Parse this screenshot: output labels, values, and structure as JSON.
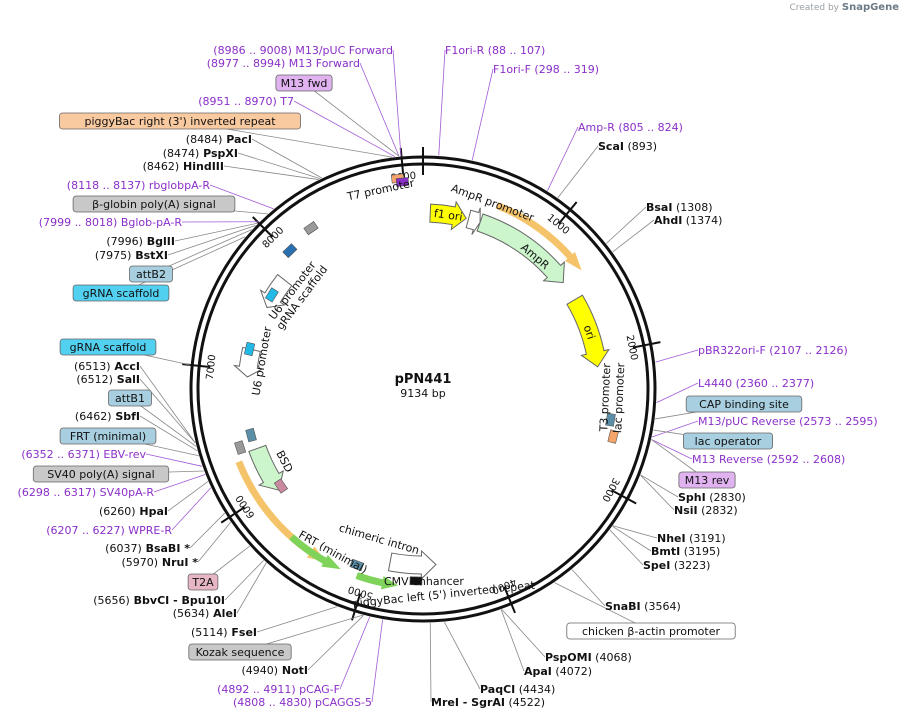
{
  "credit": {
    "prefix": "Created by",
    "brand": "SnapGene"
  },
  "plasmid": {
    "name": "pPN441",
    "length": "9134 bp"
  },
  "ticks": [
    {
      "pos": 1000,
      "label": "1000"
    },
    {
      "pos": 2000,
      "label": "2000"
    },
    {
      "pos": 3000,
      "label": "3000"
    },
    {
      "pos": 4000,
      "label": "4000"
    },
    {
      "pos": 5000,
      "label": "5000"
    },
    {
      "pos": 6000,
      "label": "6000"
    },
    {
      "pos": 7000,
      "label": "7000"
    },
    {
      "pos": 8000,
      "label": "8000"
    },
    {
      "pos": 9000,
      "label": "9000"
    }
  ],
  "features": [
    {
      "name": "f1 ori",
      "start": 60,
      "end": 360,
      "color": "#ffff00",
      "track": 1,
      "dir": 1,
      "label_in": true
    },
    {
      "name": "AmpR promoter",
      "start": 380,
      "end": 480,
      "color": "#ffffff",
      "track": 1,
      "dir": 1
    },
    {
      "name": "AmpR",
      "start": 480,
      "end": 1340,
      "color": "#ccf5cc",
      "track": 1,
      "dir": 1
    },
    {
      "name": "orange-amp",
      "start": 560,
      "end": 1340,
      "color": "#f5c46a",
      "track": 0,
      "dir": 1,
      "thin": true
    },
    {
      "name": "ori",
      "start": 1510,
      "end": 2100,
      "color": "#ffff00",
      "track": 1,
      "dir": 1,
      "label_in": true
    },
    {
      "name": "BSD",
      "start": 5960,
      "end": 6350,
      "color": "#ccf5cc",
      "track": 1,
      "dir": -1
    },
    {
      "name": "orange-bsd",
      "start": 5320,
      "end": 6300,
      "color": "#f5c46a",
      "track": 0,
      "dir": -1,
      "thin": true
    },
    {
      "name": "CMV enhancer",
      "start": 4460,
      "end": 4840,
      "color": "#ffffff",
      "track": 1,
      "dir": -1
    },
    {
      "name": "chimeric intron",
      "start": 4760,
      "end": 5060,
      "color": "#7fd35a",
      "track": 0,
      "dir": -1,
      "thin": true
    },
    {
      "name": "green-2",
      "start": 5200,
      "end": 5620,
      "color": "#7fd35a",
      "track": 0,
      "dir": -1,
      "thin": true
    },
    {
      "name": "U6 promoter",
      "start": 7550,
      "end": 7820,
      "color": "#ffffff",
      "track": 1,
      "dir": -1
    },
    {
      "name": "U6 promoter b",
      "start": 6950,
      "end": 7180,
      "color": "#ffffff",
      "track": 1,
      "dir": -1
    }
  ],
  "arc_texts": [
    {
      "text": "T7 promoter",
      "pos": 8830,
      "r": 200
    },
    {
      "text": "AmpR promoter",
      "pos": 520,
      "r": 195
    },
    {
      "text": "AmpR",
      "pos": 1020,
      "r": 170
    },
    {
      "text": "lac promoter",
      "pos": 2350,
      "r": 200
    },
    {
      "text": "T3 promoter",
      "pos": 2350,
      "r": 186
    },
    {
      "text": "piggyBac left (5') inverted repeat",
      "pos": 4420,
      "r": 210
    },
    {
      "text": "CMV enhancer",
      "pos": 4560,
      "r": 196
    },
    {
      "text": "chimeric intron",
      "pos": 4980,
      "r": 160
    },
    {
      "text": "FRT (minimal)",
      "pos": 5300,
      "r": 190
    },
    {
      "text": "BSD",
      "pos": 6150,
      "r": 160
    },
    {
      "text": "U6 promoter",
      "pos": 7100,
      "r": 160
    },
    {
      "text": "U6 promoter",
      "pos": 7790,
      "r": 160
    },
    {
      "text": "gRNA scaffold",
      "pos": 7790,
      "r": 148
    }
  ],
  "labels": [
    {
      "id": "m13puc-fwd",
      "prim": true,
      "parts": [
        "(8986 .. 9008)",
        "M13/pUC Forward"
      ],
      "pos": 8997
    },
    {
      "id": "m13-fwd",
      "prim": true,
      "parts": [
        "(8977 .. 8994)",
        "M13 Forward"
      ],
      "pos": 8985
    },
    {
      "id": "m13fwd-box",
      "box": "#e0b3f0",
      "parts": [
        "M13 fwd"
      ],
      "pos": 8985
    },
    {
      "id": "t7",
      "prim": true,
      "parts": [
        "(8951 .. 8970)",
        "T7"
      ],
      "pos": 8960
    },
    {
      "id": "piggybac-right",
      "box": "#f9c9a0",
      "parts": [
        "piggyBac right (3') inverted repeat"
      ],
      "pos": 8940
    },
    {
      "id": "paci",
      "parts": [
        "(8484)",
        "PacI"
      ],
      "pos": 8484
    },
    {
      "id": "pspxi",
      "parts": [
        "(8474)",
        "PspXI"
      ],
      "pos": 8474
    },
    {
      "id": "hindiii",
      "parts": [
        "(8462)",
        "HindIII"
      ],
      "pos": 8462
    },
    {
      "id": "rbglobpa",
      "prim": true,
      "parts": [
        "(8118 .. 8137)",
        "rbglobpA-R"
      ],
      "pos": 8128
    },
    {
      "id": "bglobin",
      "box": "#c8c8c8",
      "parts": [
        "β-globin poly(A) signal"
      ],
      "pos": 8080
    },
    {
      "id": "bglob-pa",
      "prim": true,
      "parts": [
        "(7999 .. 8018)",
        "Bglob-pA-R"
      ],
      "pos": 8008
    },
    {
      "id": "bglii",
      "parts": [
        "(7996)",
        "BglII"
      ],
      "pos": 7996
    },
    {
      "id": "bstxi",
      "parts": [
        "(7975)",
        "BstXI"
      ],
      "pos": 7975
    },
    {
      "id": "attb2",
      "box": "#a7cfe0",
      "parts": [
        "attB2"
      ],
      "pos": 7940
    },
    {
      "id": "grna1",
      "box": "#52d0f0",
      "parts": [
        "gRNA scaffold"
      ],
      "pos": 7880
    },
    {
      "id": "grna2",
      "box": "#52d0f0",
      "parts": [
        "gRNA scaffold"
      ],
      "pos": 7000
    },
    {
      "id": "acci",
      "parts": [
        "(6513)",
        "AccI"
      ],
      "pos": 6513
    },
    {
      "id": "sali",
      "parts": [
        "(6512)",
        "SalI"
      ],
      "pos": 6512
    },
    {
      "id": "attb1",
      "box": "#a7cfe0",
      "parts": [
        "attB1"
      ],
      "pos": 6490
    },
    {
      "id": "sbfi",
      "parts": [
        "(6462)",
        "SbfI"
      ],
      "pos": 6462
    },
    {
      "id": "frt",
      "box": "#a7cfe0",
      "parts": [
        "FRT (minimal)"
      ],
      "pos": 6430
    },
    {
      "id": "ebv",
      "prim": true,
      "parts": [
        "(6352 .. 6371)",
        "EBV-rev"
      ],
      "pos": 6361
    },
    {
      "id": "sv40",
      "box": "#c8c8c8",
      "parts": [
        "SV40 poly(A) signal"
      ],
      "pos": 6330
    },
    {
      "id": "sv40pa",
      "prim": true,
      "parts": [
        "(6298 .. 6317)",
        "SV40pA-R"
      ],
      "pos": 6307
    },
    {
      "id": "hpai",
      "parts": [
        "(6260)",
        "HpaI"
      ],
      "pos": 6260
    },
    {
      "id": "wpre",
      "prim": true,
      "parts": [
        "(6207 .. 6227)",
        "WPRE-R"
      ],
      "pos": 6217
    },
    {
      "id": "bsabi",
      "parts": [
        "(6037)",
        "BsaBI *"
      ],
      "pos": 6037
    },
    {
      "id": "nrui",
      "parts": [
        "(5970)",
        "NruI *"
      ],
      "pos": 5970
    },
    {
      "id": "t2a",
      "box": "#e6b6c4",
      "parts": [
        "T2A"
      ],
      "pos": 5780
    },
    {
      "id": "bbvci",
      "parts": [
        "(5656)",
        "BbvCI",
        "- Bpu10I"
      ],
      "pos": 5656
    },
    {
      "id": "alei",
      "parts": [
        "(5634)",
        "AleI"
      ],
      "pos": 5634
    },
    {
      "id": "fsei",
      "parts": [
        "(5114)",
        "FseI"
      ],
      "pos": 5114
    },
    {
      "id": "kozak",
      "box": "#c8c8c8",
      "parts": [
        "Kozak sequence"
      ],
      "pos": 4945
    },
    {
      "id": "noti",
      "parts": [
        "(4940)",
        "NotI"
      ],
      "pos": 4940
    },
    {
      "id": "pcag",
      "prim": true,
      "parts": [
        "(4892 .. 4911)",
        "pCAG-F"
      ],
      "pos": 4901
    },
    {
      "id": "pcaggs",
      "prim": true,
      "parts": [
        "(4808 .. 4830)",
        "pCAGGS-5"
      ],
      "pos": 4819
    },
    {
      "id": "f1ori-r",
      "prim": true,
      "parts": [
        "F1ori-R",
        "(88 .. 107)"
      ],
      "pos": 98
    },
    {
      "id": "f1ori-f",
      "prim": true,
      "parts": [
        "F1ori-F",
        "(298 .. 319)"
      ],
      "pos": 308
    },
    {
      "id": "amp-r",
      "prim": true,
      "parts": [
        "Amp-R",
        "(805 .. 824)"
      ],
      "pos": 815
    },
    {
      "id": "scai",
      "parts": [
        "ScaI",
        "(893)"
      ],
      "pos": 893
    },
    {
      "id": "bsai",
      "parts": [
        "BsaI",
        "(1308)"
      ],
      "pos": 1308
    },
    {
      "id": "ahdi",
      "parts": [
        "AhdI",
        "(1374)"
      ],
      "pos": 1374
    },
    {
      "id": "pbr322",
      "prim": true,
      "parts": [
        "pBR322ori-F",
        "(2107 .. 2126)"
      ],
      "pos": 2116
    },
    {
      "id": "l4440",
      "prim": true,
      "parts": [
        "L4440",
        "(2360 .. 2377)"
      ],
      "pos": 2368
    },
    {
      "id": "cap",
      "box": "#a7cfe0",
      "parts": [
        "CAP binding site"
      ],
      "pos": 2470
    },
    {
      "id": "m13puc-rev",
      "prim": true,
      "parts": [
        "M13/pUC Reverse",
        "(2573 .. 2595)"
      ],
      "pos": 2584
    },
    {
      "id": "lacop",
      "box": "#a7cfe0",
      "parts": [
        "lac operator"
      ],
      "pos": 2540
    },
    {
      "id": "m13-rev",
      "prim": true,
      "parts": [
        "M13 Reverse",
        "(2592 .. 2608)"
      ],
      "pos": 2600
    },
    {
      "id": "m13rev-box",
      "box": "#e0b3f0",
      "parts": [
        "M13 rev"
      ],
      "pos": 2600
    },
    {
      "id": "sphi",
      "parts": [
        "SphI",
        "(2830)"
      ],
      "pos": 2830
    },
    {
      "id": "nsii",
      "parts": [
        "NsiI",
        "(2832)"
      ],
      "pos": 2832
    },
    {
      "id": "nhei",
      "parts": [
        "NheI",
        "(3191)"
      ],
      "pos": 3191
    },
    {
      "id": "bmti",
      "parts": [
        "BmtI",
        "(3195)"
      ],
      "pos": 3195
    },
    {
      "id": "spei",
      "parts": [
        "SpeI",
        "(3223)"
      ],
      "pos": 3223
    },
    {
      "id": "snabi",
      "parts": [
        "SnaBI",
        "(3564)"
      ],
      "pos": 3564
    },
    {
      "id": "cba",
      "box": "#ffffff",
      "parts": [
        "chicken β-actin promoter"
      ],
      "pos": 3700
    },
    {
      "id": "pspomi",
      "parts": [
        "PspOMI",
        "(4068)"
      ],
      "pos": 4068
    },
    {
      "id": "apai",
      "parts": [
        "ApaI",
        "(4072)"
      ],
      "pos": 4072
    },
    {
      "id": "paqci",
      "parts": [
        "PaqCI",
        "(4434)"
      ],
      "pos": 4434
    },
    {
      "id": "mrei",
      "parts": [
        "MreI",
        "- SgrAI",
        "(4522)"
      ],
      "pos": 4522
    }
  ]
}
